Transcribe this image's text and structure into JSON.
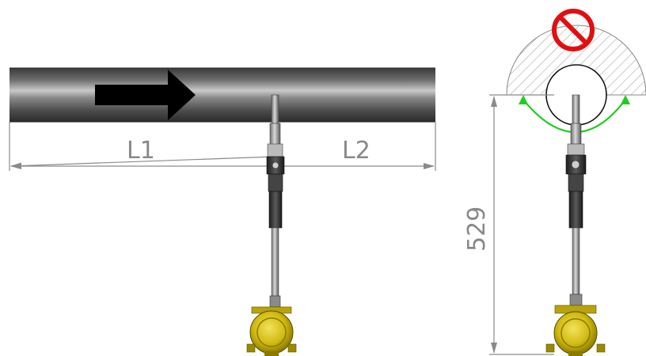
{
  "dimensions": {
    "l1_label": "L1",
    "l2_label": "L2",
    "height_label": "529"
  },
  "colors": {
    "pipe_body": "#5e5e5e",
    "flow_arrow": "#000000",
    "probe_steel": "#9a9a9a",
    "transmitter_housing": "#c8b400",
    "dimension_line": "#8a8a8a",
    "prohibited_sign": "#e01010",
    "allowed_range_arrow": "#22cc22",
    "hatch_zone": "#999999"
  },
  "icons": {
    "flow_direction": "right-arrow-icon",
    "prohibited_zone": "prohibited-icon",
    "mounting_range": "curved-double-arrow-icon"
  }
}
